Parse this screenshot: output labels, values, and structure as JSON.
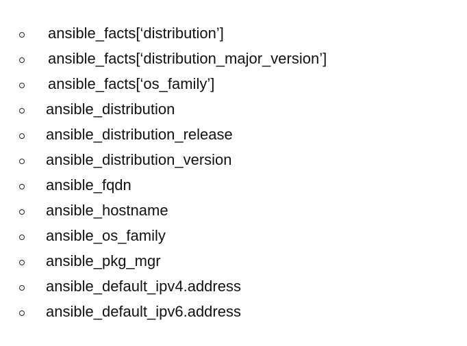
{
  "list": {
    "items": [
      "ansible_facts[‘distribution’]",
      "ansible_facts[‘distribution_major_version’]",
      "ansible_facts[‘os_family’]",
      "ansible_distribution",
      "ansible_distribution_release",
      "ansible_distribution_version",
      "ansible_fqdn",
      "ansible_hostname",
      "ansible_os_family",
      "ansible_pkg_mgr",
      "ansible_default_ipv4.address",
      "ansible_default_ipv6.address"
    ]
  }
}
